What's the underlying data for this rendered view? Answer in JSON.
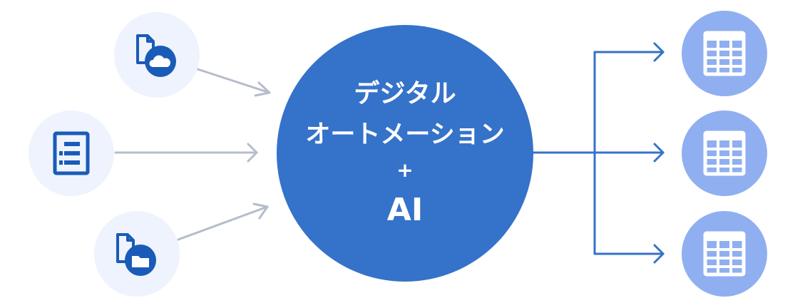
{
  "colors": {
    "center_fill": "#3572c9",
    "center_text": "#ffffff",
    "input_fill": "#eef3fd",
    "output_fill": "#8faff0",
    "input_arrow": "#b5bccb",
    "output_arrow": "#3572c9",
    "icon_blue": "#1a5bb8"
  },
  "center": {
    "line1": "デジタル",
    "line2": "オートメーション",
    "line3": "+",
    "line4": "AI"
  },
  "inputs": [
    {
      "icon": "document-cloud-icon"
    },
    {
      "icon": "document-lines-icon"
    },
    {
      "icon": "document-folder-icon"
    }
  ],
  "outputs": [
    {
      "icon": "table-icon"
    },
    {
      "icon": "table-icon"
    },
    {
      "icon": "table-icon"
    }
  ]
}
